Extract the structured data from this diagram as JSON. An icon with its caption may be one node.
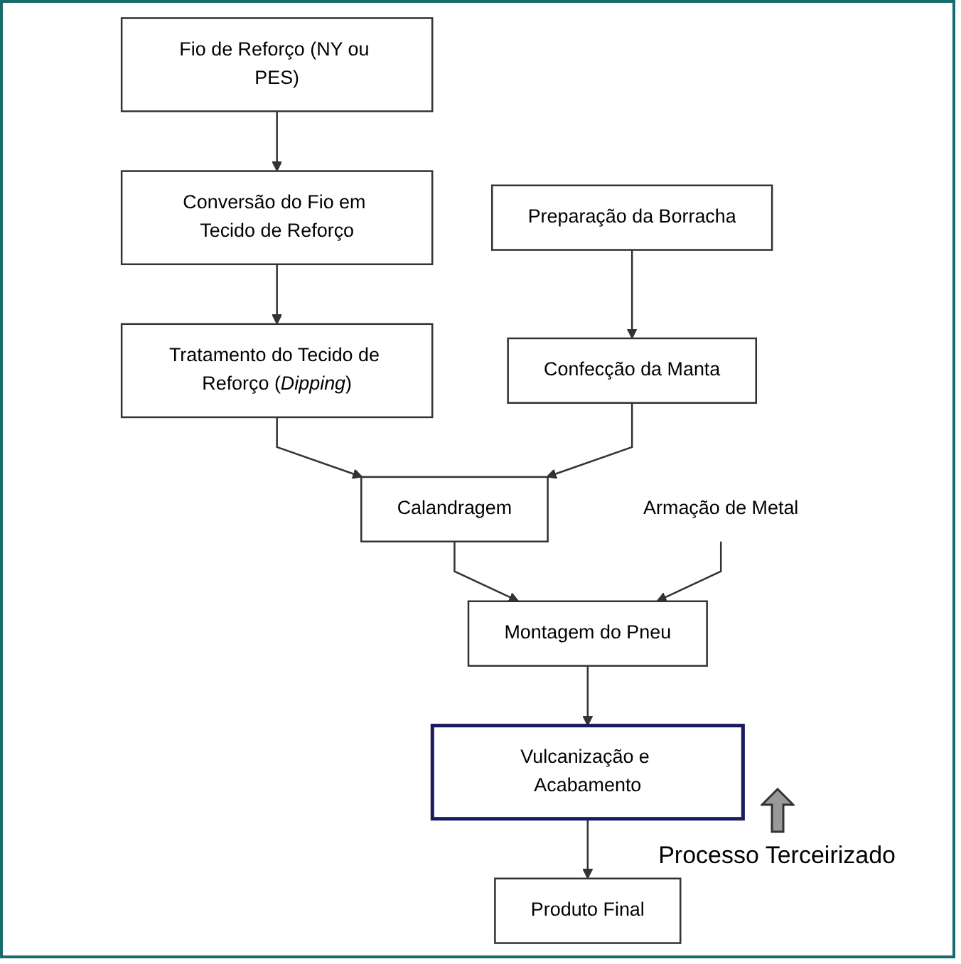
{
  "diagram": {
    "nodes": [
      {
        "text": [
          "Fio de Reforço (NY ou PES)"
        ]
      },
      {
        "text": [
          "Preparação da Borracha"
        ]
      },
      {
        "text": [
          "Conversão do Fio em Tecido de Reforço"
        ]
      },
      {
        "text": [
          "Confecção da Manta"
        ]
      },
      {
        "text": [
          "Tratamento do Tecido de Reforço (*Dipping*)"
        ]
      },
      {
        "text": [
          "Calandragem"
        ]
      },
      {
        "text": [
          "Armação de Metal"
        ]
      },
      {
        "text": [
          "Montagem do Pneu"
        ]
      },
      {
        "text": [
          "Vulcanização e Acabamento"
        ]
      },
      {
        "text": [
          "Produto Final"
        ]
      }
    ],
    "edges": [
      {
        "from": 0,
        "to": 2,
        "arrow": "to"
      },
      {
        "from": 2,
        "to": 4,
        "arrow": "to"
      },
      {
        "from": 1,
        "to": 3,
        "arrow": "to"
      },
      {
        "from": 4,
        "to": 5,
        "arrow": "to"
      },
      {
        "from": 3,
        "to": 5,
        "arrow": "to"
      },
      {
        "from": 5,
        "to": 7,
        "arrow": "to"
      },
      {
        "from": 6,
        "to": 7,
        "arrow": "to"
      },
      {
        "from": 7,
        "to": 8,
        "arrow": "to"
      },
      {
        "from": 8,
        "to": 9,
        "arrow": "to"
      }
    ],
    "labels": [
      "Processo Terceirizado"
    ]
  }
}
